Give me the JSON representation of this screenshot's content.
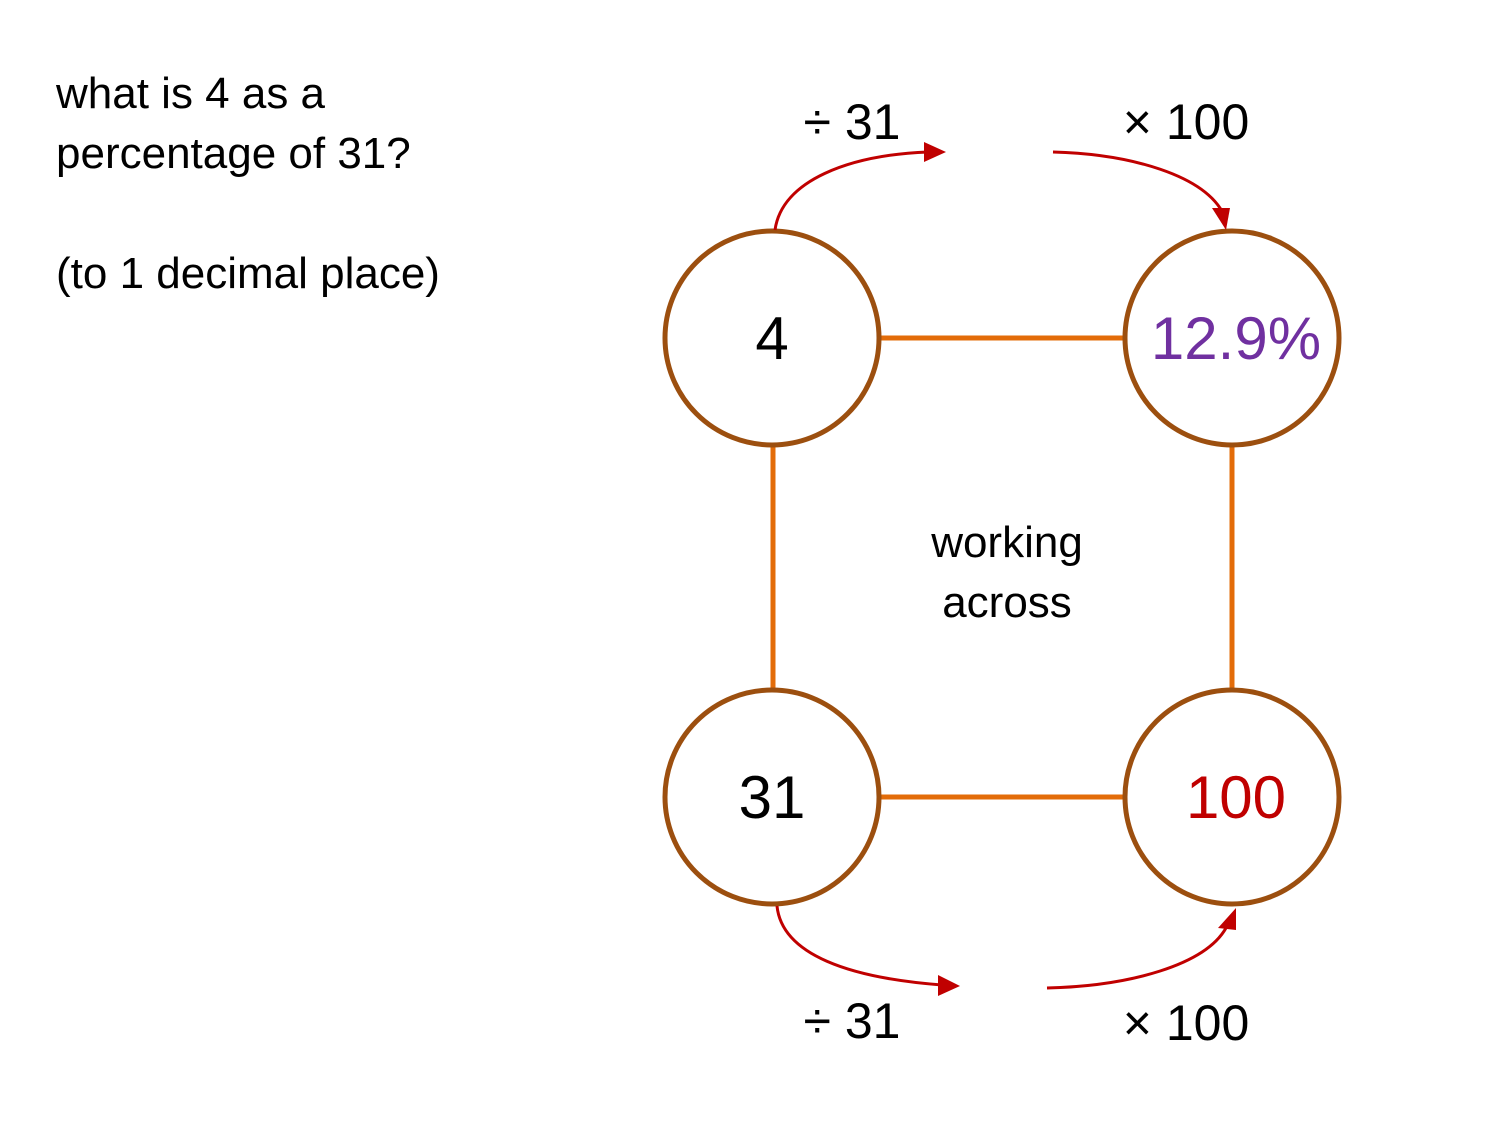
{
  "question": {
    "line1": "what is 4 as a",
    "line2": "percentage of 31?",
    "note": "(to 1 decimal place)"
  },
  "diagram": {
    "top_left": {
      "value": "4",
      "color": "#000000"
    },
    "top_right": {
      "value": "12.9%",
      "color": "#7030A0"
    },
    "bottom_left": {
      "value": "31",
      "color": "#000000"
    },
    "bottom_right": {
      "value": "100",
      "color": "#C00000"
    },
    "center_label_line1": "working",
    "center_label_line2": "across",
    "top_op_left": "÷ 31",
    "top_op_right": "× 100",
    "bottom_op_left": "÷ 31",
    "bottom_op_right": "× 100",
    "colors": {
      "circle_stroke": "#9C4F0F",
      "connector": "#E36C09",
      "arrow": "#C00000"
    }
  }
}
